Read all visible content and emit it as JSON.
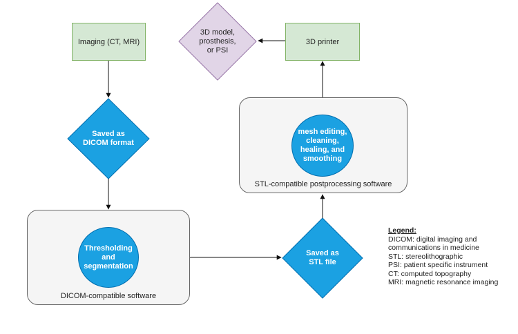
{
  "nodes": {
    "imaging": "Imaging (CT, MRI)",
    "dicom_format": "Saved as\nDICOM format",
    "thresholding": "Thresholding\nand\nsegmentation",
    "dicom_software": "DICOM-compatible software",
    "stl_file": "Saved as\nSTL file",
    "mesh_editing": "mesh editing,\ncleaning,\nhealing, and\nsmoothing",
    "stl_software": "STL-compatible postprocessing software",
    "printer": "3D printer",
    "model": "3D model,\nprosthesis,\nor PSI"
  },
  "legend": {
    "title": "Legend:",
    "items": [
      "DICOM: digital imaging and",
      "communications in medicine",
      "STL: stereolithographic",
      "PSI: patient specific instrument",
      "CT: computed topography",
      "MRI: magnetic resonance imaging"
    ]
  },
  "colors": {
    "green_fill": "#d5e8d4",
    "blue_fill": "#1ba1e2",
    "purple_fill": "#e1d5e7",
    "container_fill": "#f5f5f5"
  }
}
